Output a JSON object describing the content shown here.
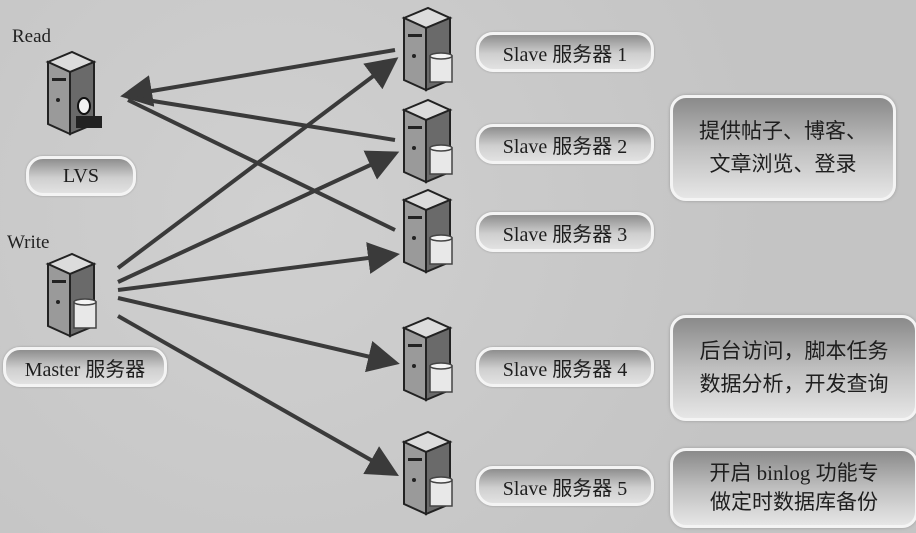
{
  "read_label": "Read",
  "write_label": "Write",
  "lvs": {
    "label": "LVS",
    "icon": "linux-server-icon"
  },
  "master": {
    "label": "Master 服务器",
    "icon": "database-server-icon"
  },
  "slaves": [
    {
      "label": "Slave 服务器 1"
    },
    {
      "label": "Slave 服务器 2"
    },
    {
      "label": "Slave 服务器 3"
    },
    {
      "label": "Slave 服务器 4"
    },
    {
      "label": "Slave 服务器 5"
    }
  ],
  "notes": [
    {
      "line1": "提供帖子、博客、",
      "line2": "文章浏览、登录"
    },
    {
      "line1": "后台访问，脚本任务",
      "line2": "数据分析，开发查询"
    },
    {
      "line1": "开启 binlog 功能专",
      "line2": "做定时数据库备份"
    }
  ],
  "colors": {
    "background": "#c9c9c9",
    "arrow": "#3a3a3a",
    "pill_border": "#f4f4f4"
  }
}
